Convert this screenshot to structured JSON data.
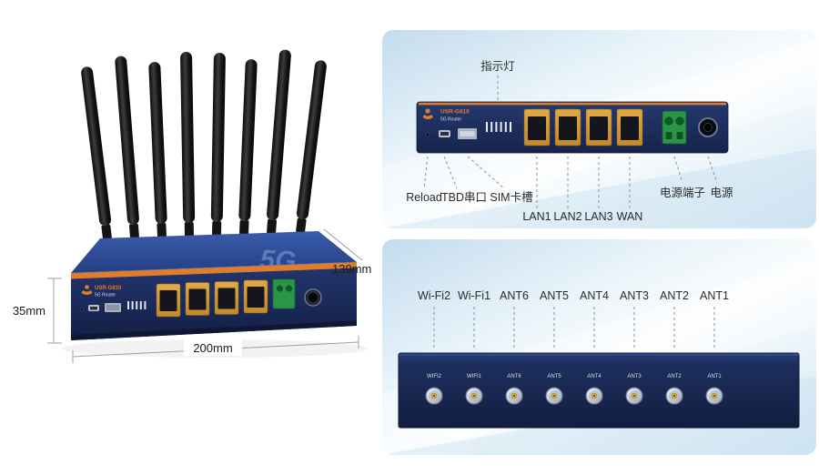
{
  "photo": {
    "watermark": "5G",
    "brand": "USR-G810",
    "brand_sub": "5G Router",
    "dim_depth": "139mm",
    "dim_height": "35mm",
    "dim_width": "200mm"
  },
  "back_card": {
    "indicator": "指示灯",
    "brand": "USR-G810",
    "brand_sub": "5G Router",
    "callout_reload": "Reload",
    "callout_tbd": "TBD串口",
    "callout_sim": "SIM卡槽",
    "lan": [
      "LAN1",
      "LAN2",
      "LAN3",
      "WAN"
    ],
    "power_terminal": "电源端子",
    "power": "电源"
  },
  "antenna_card": {
    "callouts": [
      "Wi-Fi2",
      "Wi-Fi1",
      "ANT6",
      "ANT5",
      "ANT4",
      "ANT3",
      "ANT2",
      "ANT1"
    ],
    "panel_labels": [
      "WIFI2",
      "WIFI1",
      "ANT6",
      "ANT5",
      "ANT4",
      "ANT3",
      "ANT2",
      "ANT1"
    ]
  },
  "colors": {
    "accent_orange": "#e07d2c",
    "device_navy": "#1c2f63",
    "port_yellow": "#d9a23e",
    "terminal_green": "#2a9447",
    "card_blue": "#cfe4f3",
    "label_text": "#2a2a2a"
  }
}
